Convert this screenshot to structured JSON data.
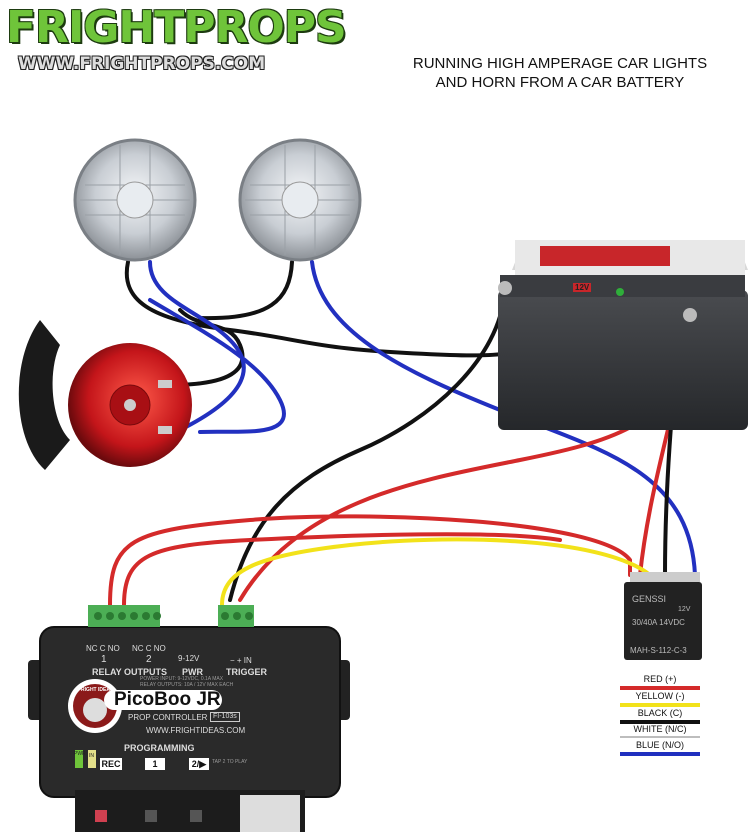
{
  "logo": {
    "name": "FRIGHTPROPS",
    "url": "WWW.FRIGHTPROPS.COM"
  },
  "title": {
    "line1": "RUNNING HIGH AMPERAGE CAR LIGHTS",
    "line2": "AND HORN FROM A CAR BATTERY"
  },
  "controller": {
    "relay_terms_1": "NC  C  NO",
    "relay_terms_2": "NC  C  NO",
    "relay_num_1": "1",
    "relay_num_2": "2",
    "relay_outputs": "RELAY OUTPUTS",
    "pwr_voltage": "9-12V",
    "pwr": "PWR",
    "trigger_terms": "−   +   IN",
    "trigger": "TRIGGER",
    "spec_line1": "POWER INPUT: 9-12VDC, 0.1A MAX",
    "spec_line2": "RELAY OUTPUTS: 10A / 12V MAX EACH",
    "brand_badge": "FRIGHT IDEAS",
    "name": "PicoBoo JR",
    "subtitle": "PROP CONTROLLER",
    "model": "FI-103s",
    "website": "WWW.FRIGHTIDEAS.COM",
    "programming": "PROGRAMMING",
    "led_pwr": "PWR",
    "led_in": "IN",
    "btn_rec": "REC",
    "btn_1": "1",
    "btn_2": "2/▶",
    "tap_note": "TAP 2 TO PLAY"
  },
  "relay": {
    "brand": "GENSSI",
    "coil": "12V",
    "rating": "30/40A  14VDC",
    "model": "MAH-S-112-C-3"
  },
  "battery": {
    "label": "12V"
  },
  "legend": [
    {
      "label": "RED (+)",
      "color": "#d42a2a"
    },
    {
      "label": "YELLOW (-)",
      "color": "#f2e21a"
    },
    {
      "label": "BLACK (C)",
      "color": "#111111"
    },
    {
      "label": "WHITE (N/C)",
      "color": "#bdbdbd"
    },
    {
      "label": "BLUE (N/O)",
      "color": "#1f2fbf"
    }
  ]
}
